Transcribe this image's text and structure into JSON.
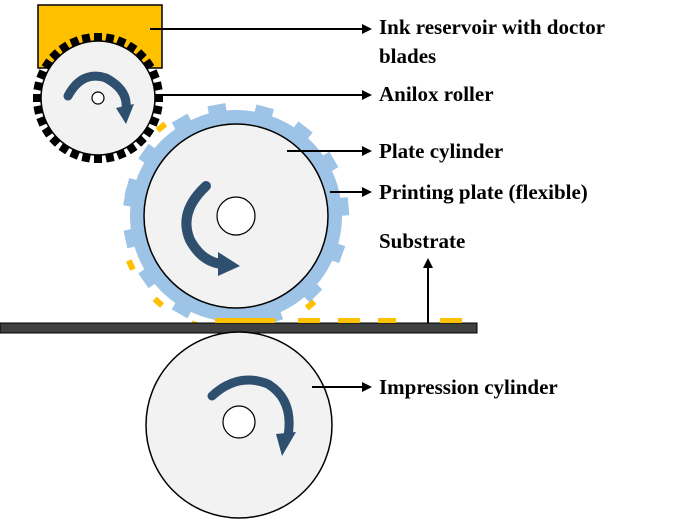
{
  "labels": {
    "ink_reservoir_line1": "Ink reservoir with doctor",
    "ink_reservoir_line2": "blades",
    "anilox_roller": "Anilox roller",
    "plate_cylinder": "Plate cylinder",
    "printing_plate": "Printing plate (flexible)",
    "substrate": "Substrate",
    "impression_cylinder": "Impression cylinder"
  },
  "colors": {
    "ink": "#FFC000",
    "plate": "#9DC3E6",
    "cylinder_fill": "#F2F2F2",
    "arrow": "#2E4F6E",
    "substrate": "#404040",
    "outline": "#000000"
  },
  "icons": {
    "rotation": "curved-arrow-icon"
  }
}
